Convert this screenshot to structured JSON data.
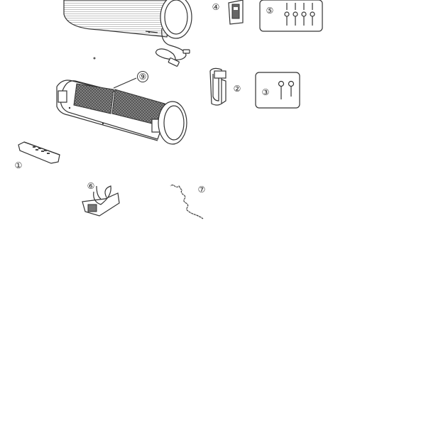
{
  "diagram": {
    "callouts": {
      "remote": "①",
      "bracket": "②",
      "short_screws": "③",
      "wall_plate": "④",
      "long_screws": "⑤",
      "stand": "⑥",
      "hose": "⑦",
      "filter": "⑨"
    },
    "parts": [
      {
        "id": "main-unit",
        "icon": "air-purifier-unit"
      },
      {
        "id": "remote",
        "icon": "remote-control"
      },
      {
        "id": "bracket",
        "icon": "mounting-bracket"
      },
      {
        "id": "short-screws",
        "icon": "screw"
      },
      {
        "id": "wall-plate",
        "icon": "wall-plate"
      },
      {
        "id": "long-screws",
        "icon": "screw"
      },
      {
        "id": "stand",
        "icon": "stand"
      },
      {
        "id": "hose",
        "icon": "coiled-cord"
      }
    ]
  }
}
